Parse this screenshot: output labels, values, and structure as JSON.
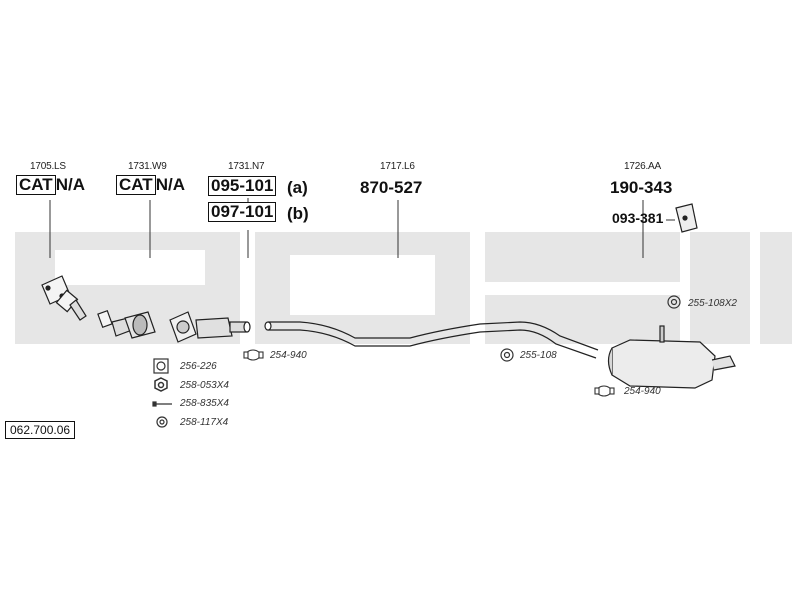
{
  "diagram": {
    "catalog_number": "062.700.06",
    "watermark_colors": {
      "light": "#e8e8e8"
    },
    "components": [
      {
        "ref": "1705.LS",
        "part_left": "CAT",
        "part_right": "N/A"
      },
      {
        "ref": "1731.W9",
        "part_left": "CAT",
        "part_right": "N/A"
      },
      {
        "ref": "1731.N7",
        "part_a": "095-101",
        "suffix_a": "(a)",
        "part_b": "097-101",
        "suffix_b": "(b)"
      },
      {
        "ref": "1717.L6",
        "part": "870-527"
      },
      {
        "ref": "1726.AA",
        "part": "190-343",
        "bracket_part": "093-381"
      }
    ],
    "accessories": [
      {
        "code": "256-226",
        "icon": "square-gasket-icon"
      },
      {
        "code": "258-053X4",
        "icon": "nut-icon"
      },
      {
        "code": "258-835X4",
        "icon": "bolt-icon"
      },
      {
        "code": "258-117X4",
        "icon": "washer-icon"
      },
      {
        "code": "254-940",
        "icon": "clamp-icon"
      },
      {
        "code": "255-108",
        "icon": "rubber-mount-icon"
      },
      {
        "code": "255-108X2",
        "icon": "rubber-mount-icon"
      },
      {
        "code": "254-940",
        "icon": "clamp-icon"
      }
    ]
  }
}
